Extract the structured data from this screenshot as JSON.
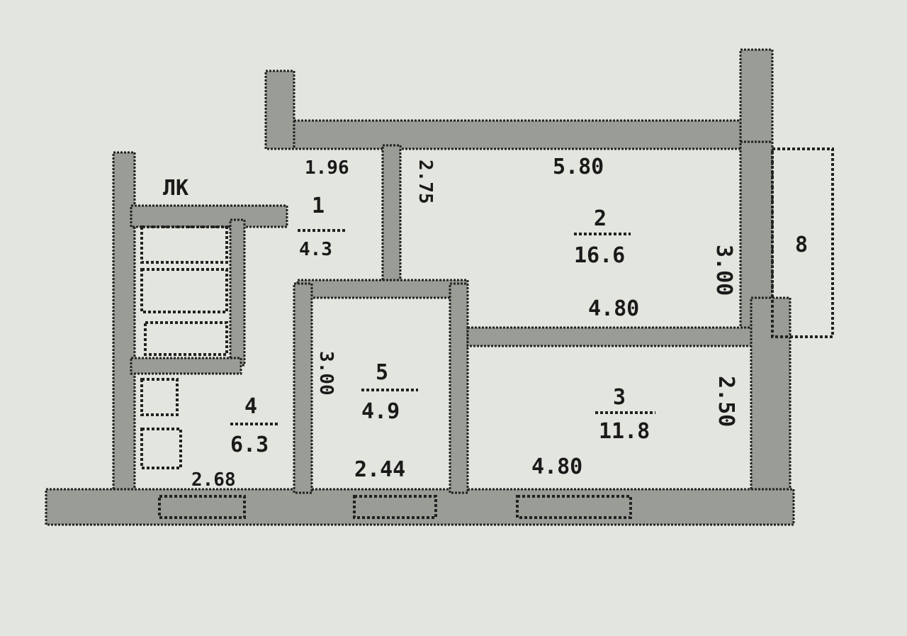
{
  "plan": {
    "stair_label": "ЛК",
    "rooms": [
      {
        "number": "1",
        "area": "4.3",
        "dims": [
          "1.96",
          "2.75"
        ]
      },
      {
        "number": "2",
        "area": "16.6",
        "dims": [
          "5.80",
          "4.80",
          "3.00"
        ]
      },
      {
        "number": "3",
        "area": "11.8",
        "dims": [
          "4.80",
          "2.50"
        ]
      },
      {
        "number": "4",
        "area": "6.3",
        "dims": [
          "2.68"
        ]
      },
      {
        "number": "5",
        "area": "4.9",
        "dims": [
          "2.44",
          "3.00"
        ]
      },
      {
        "number": "8",
        "area": "",
        "dims": []
      }
    ]
  }
}
